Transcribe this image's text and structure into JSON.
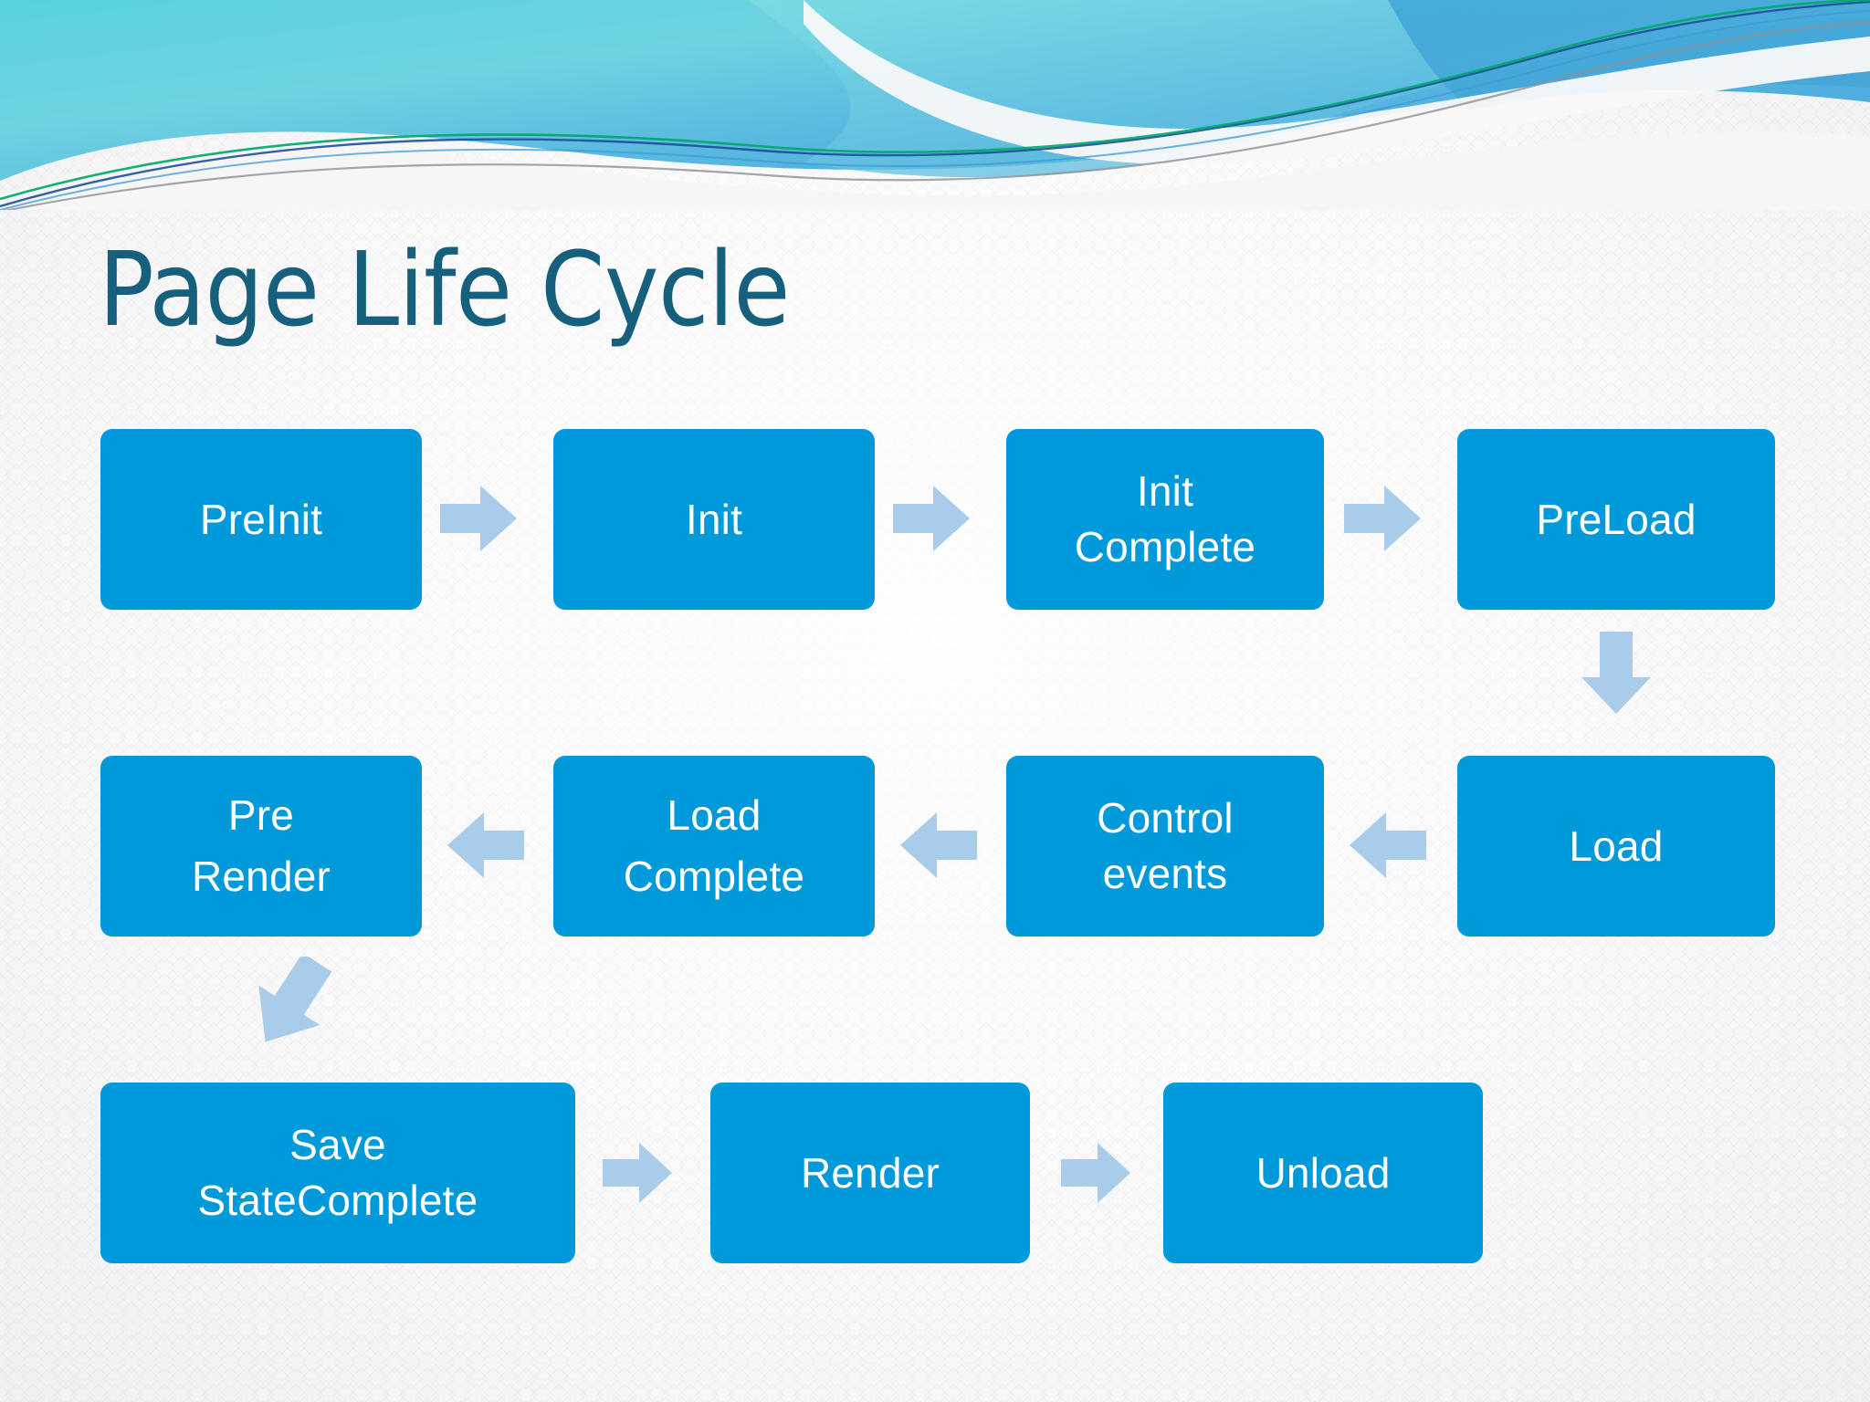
{
  "slide": {
    "title": "Page Life Cycle",
    "theme": "flow",
    "colors": {
      "title_text": "#16607E",
      "box_fill": "#0099DA",
      "box_text": "#FFFFFF",
      "arrow_fill": "#A9CCEB",
      "header_cyan": "#5FD2DD",
      "header_blue": "#4AAFDD",
      "accent_green": "#00A86B",
      "accent_navy": "#1F4E9C",
      "accent_gray": "#8A8A8A",
      "background": "#F6F6F7"
    }
  },
  "diagram": {
    "type": "flowchart",
    "rows": [
      {
        "name": "row-1",
        "direction": "left-to-right",
        "nodes": [
          "PreInit",
          "Init",
          "Init\nComplete",
          "PreLoad"
        ]
      },
      {
        "name": "row-2",
        "direction": "right-to-left",
        "nodes": [
          "Pre\nRender",
          "Load\nComplete",
          "Control\nevents",
          "Load"
        ]
      },
      {
        "name": "row-3",
        "direction": "left-to-right",
        "nodes": [
          "Save\nStateComplete",
          "Render",
          "Unload"
        ]
      }
    ],
    "nodes": {
      "preinit": "PreInit",
      "init": "Init",
      "init_complete": "Init\nComplete",
      "preload": "PreLoad",
      "load": "Load",
      "control_events": "Control\nevents",
      "load_complete": "Load\nComplete",
      "pre_render": "Pre\nRender",
      "save_state_complete": "Save\nStateComplete",
      "render": "Render",
      "unload": "Unload"
    },
    "connectors": [
      {
        "name": "preinit-to-init",
        "icon": "arrow-right-icon"
      },
      {
        "name": "init-to-init-complete",
        "icon": "arrow-right-icon"
      },
      {
        "name": "init-complete-to-preload",
        "icon": "arrow-right-icon"
      },
      {
        "name": "preload-to-load",
        "icon": "arrow-down-icon"
      },
      {
        "name": "load-to-control-events",
        "icon": "arrow-left-icon"
      },
      {
        "name": "control-events-to-load-complete",
        "icon": "arrow-left-icon"
      },
      {
        "name": "load-complete-to-pre-render",
        "icon": "arrow-left-icon"
      },
      {
        "name": "pre-render-to-save-state-complete",
        "icon": "arrow-down-right-icon"
      },
      {
        "name": "save-state-complete-to-render",
        "icon": "arrow-right-icon"
      },
      {
        "name": "render-to-unload",
        "icon": "arrow-right-icon"
      }
    ]
  }
}
